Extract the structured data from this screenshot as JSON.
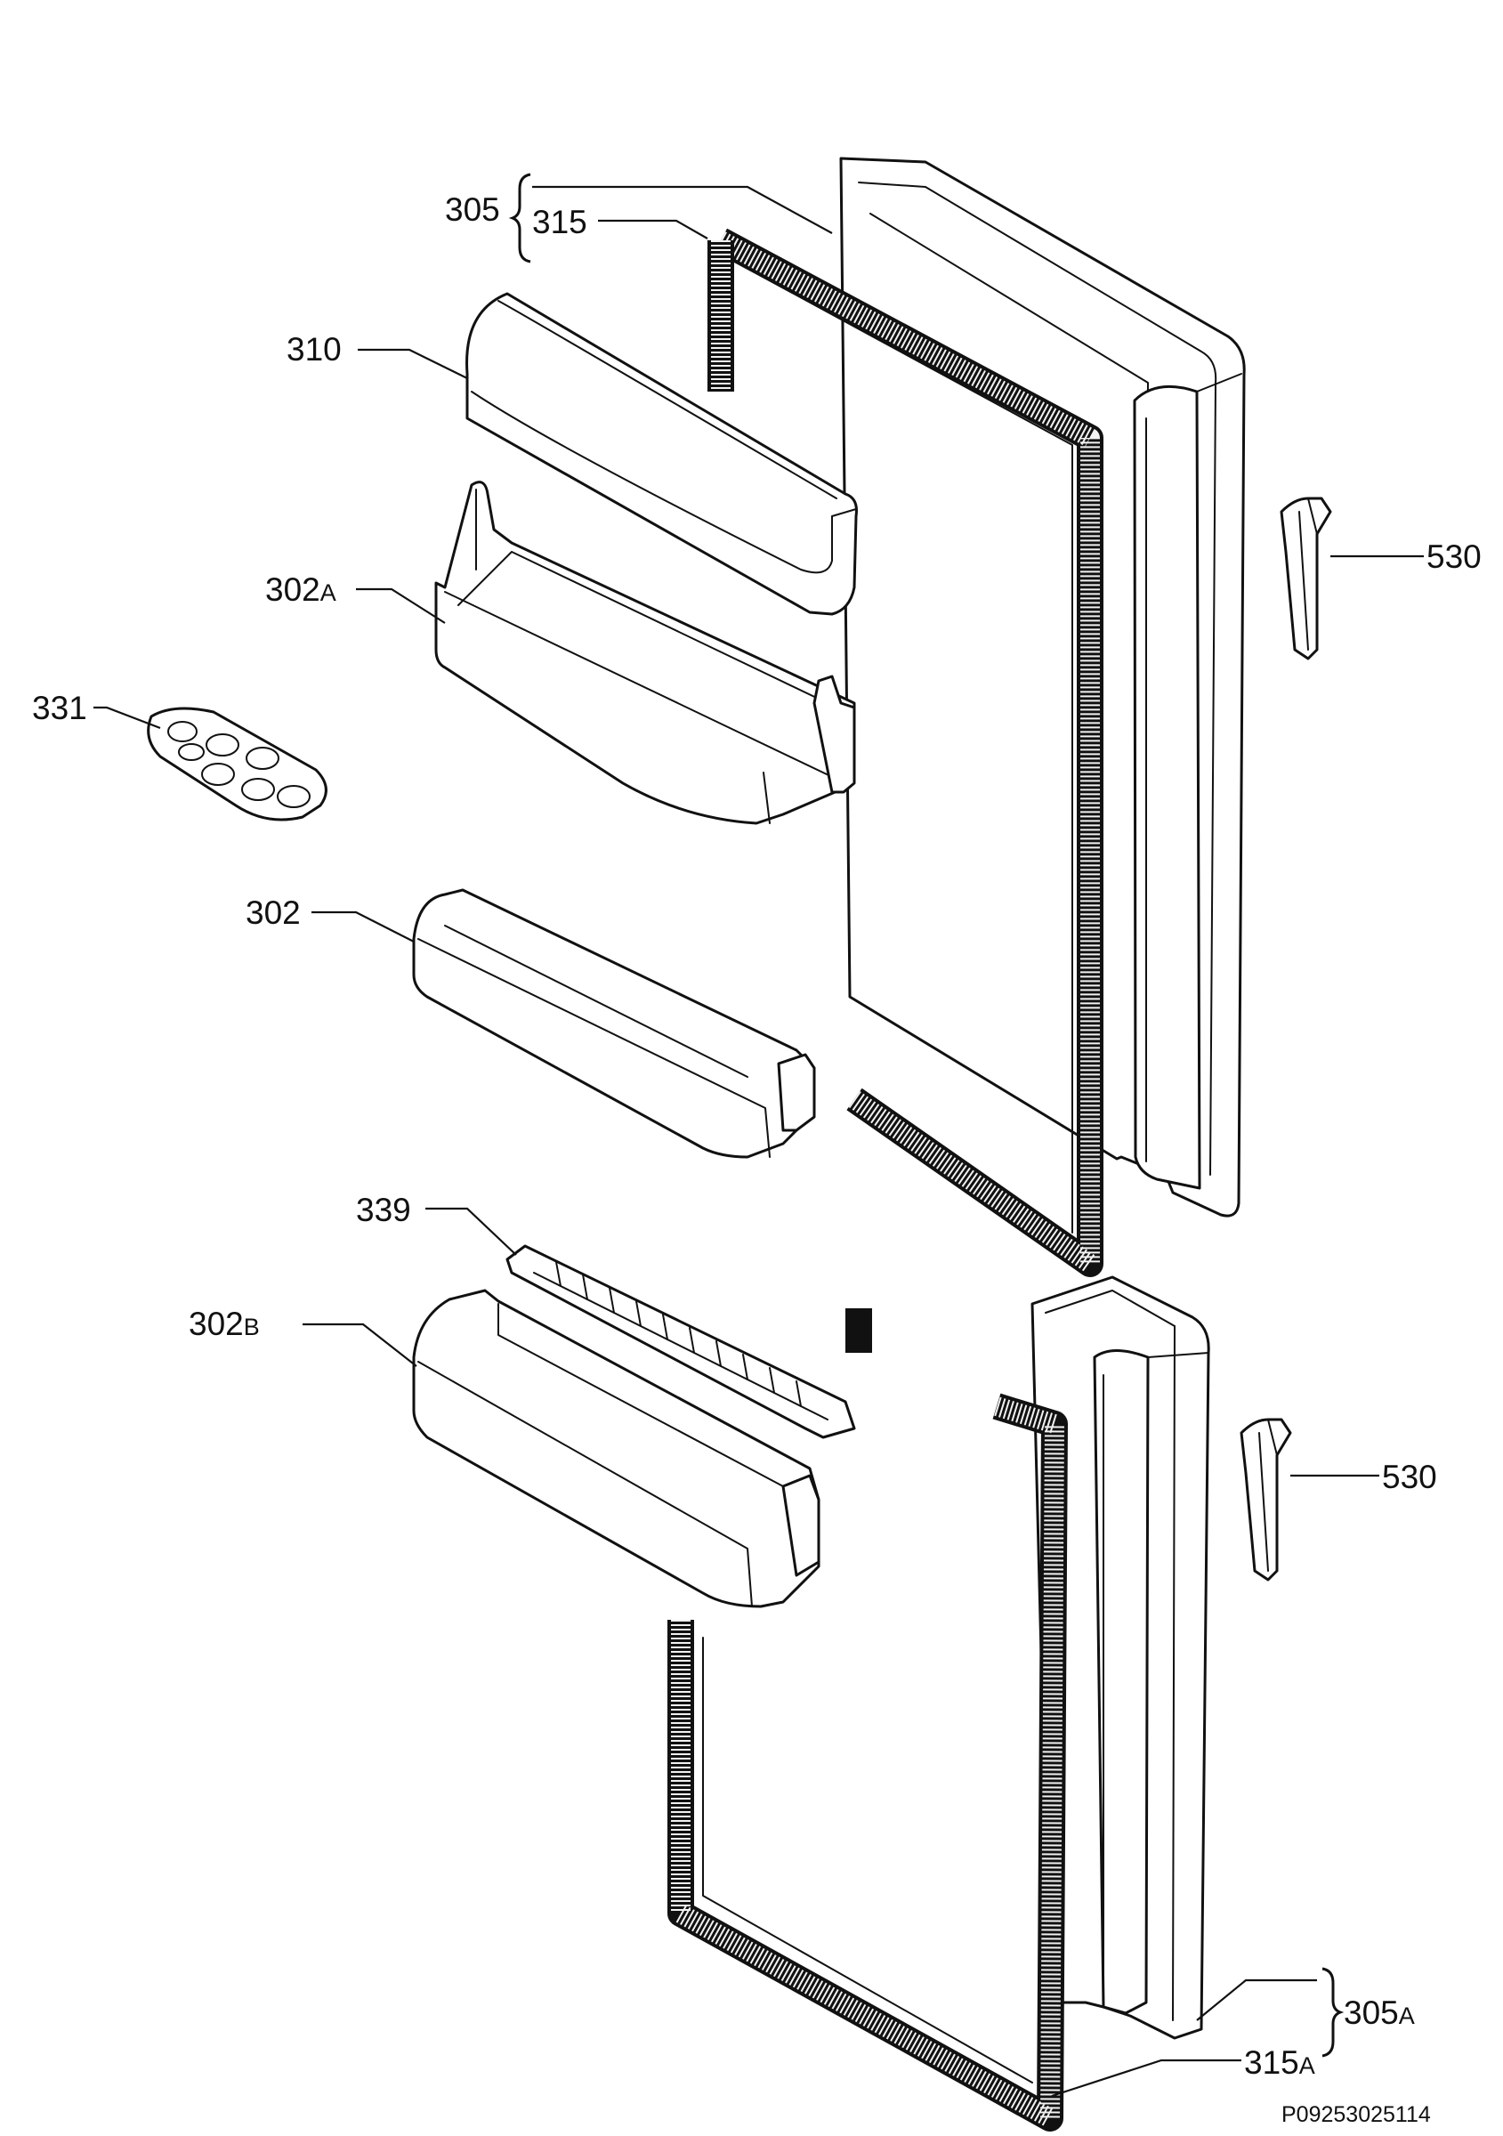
{
  "labels": {
    "door_upper": "305",
    "gasket_upper": "315",
    "dairy_cover": "310",
    "shelf_upper": "302",
    "shelf_upper_suffix": "A",
    "egg_tray": "331",
    "shelf_middle": "302",
    "bottle_guard": "339",
    "shelf_lower": "302",
    "shelf_lower_suffix": "B",
    "handle_upper": "530",
    "handle_lower": "530",
    "door_lower": "305",
    "door_lower_suffix": "A",
    "gasket_lower": "315",
    "gasket_lower_suffix": "A"
  },
  "drawing_code": "P09253025114"
}
